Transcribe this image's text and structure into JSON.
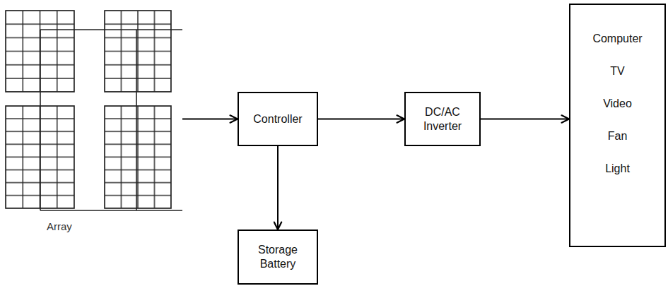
{
  "diagram": {
    "nodes": [
      {
        "text": [
          "Array"
        ]
      },
      {
        "text": [
          "Controller"
        ]
      },
      {
        "text": [
          "DC/AC Inverter"
        ]
      },
      {
        "text": [
          "Computer",
          "TV",
          "Video",
          "Fan",
          "Light"
        ]
      },
      {
        "text": [
          "Storage Battery"
        ]
      }
    ],
    "edges": [
      {
        "from": 0,
        "to": 1,
        "arrow": "to"
      },
      {
        "from": 1,
        "to": 2,
        "arrow": "to"
      },
      {
        "from": 2,
        "to": 3,
        "arrow": "to"
      },
      {
        "from": 1,
        "to": 4,
        "arrow": "to"
      }
    ]
  }
}
